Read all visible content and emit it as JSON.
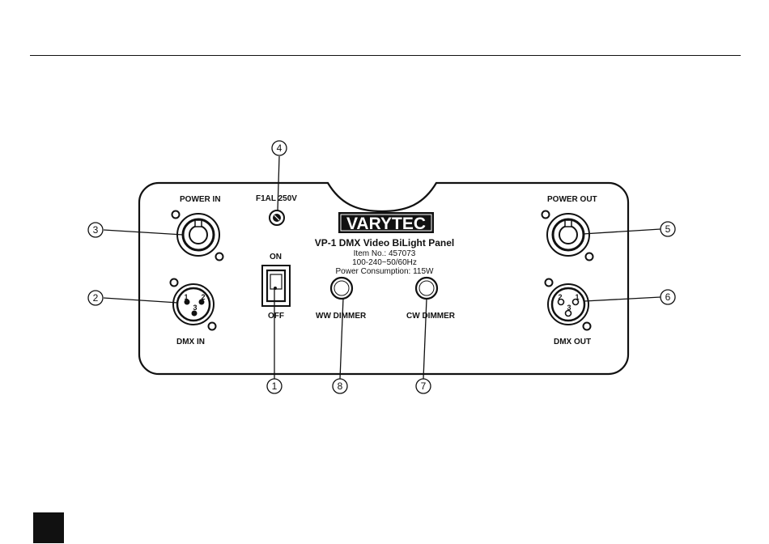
{
  "panel": {
    "brand": "VARYTEC",
    "product_title": "VP-1 DMX Video BiLight Panel",
    "item_no": "Item No.: 457073",
    "voltage": "100-240~50/60Hz",
    "power_consumption": "Power Consumption: 115W"
  },
  "labels": {
    "power_in": "POWER IN",
    "power_out": "POWER OUT",
    "dmx_in": "DMX IN",
    "dmx_out": "DMX OUT",
    "fuse": "F1AL 250V",
    "switch_on": "ON",
    "switch_off": "OFF",
    "ww_dimmer": "WW DIMMER",
    "cw_dimmer": "CW DIMMER"
  },
  "callouts": {
    "c1": "1",
    "c2": "2",
    "c3": "3",
    "c4": "4",
    "c5": "5",
    "c6": "6",
    "c7": "7",
    "c8": "8"
  },
  "pins": {
    "dmx_in": [
      "1",
      "2",
      "3"
    ],
    "dmx_out": [
      "2",
      "1",
      "3"
    ]
  }
}
